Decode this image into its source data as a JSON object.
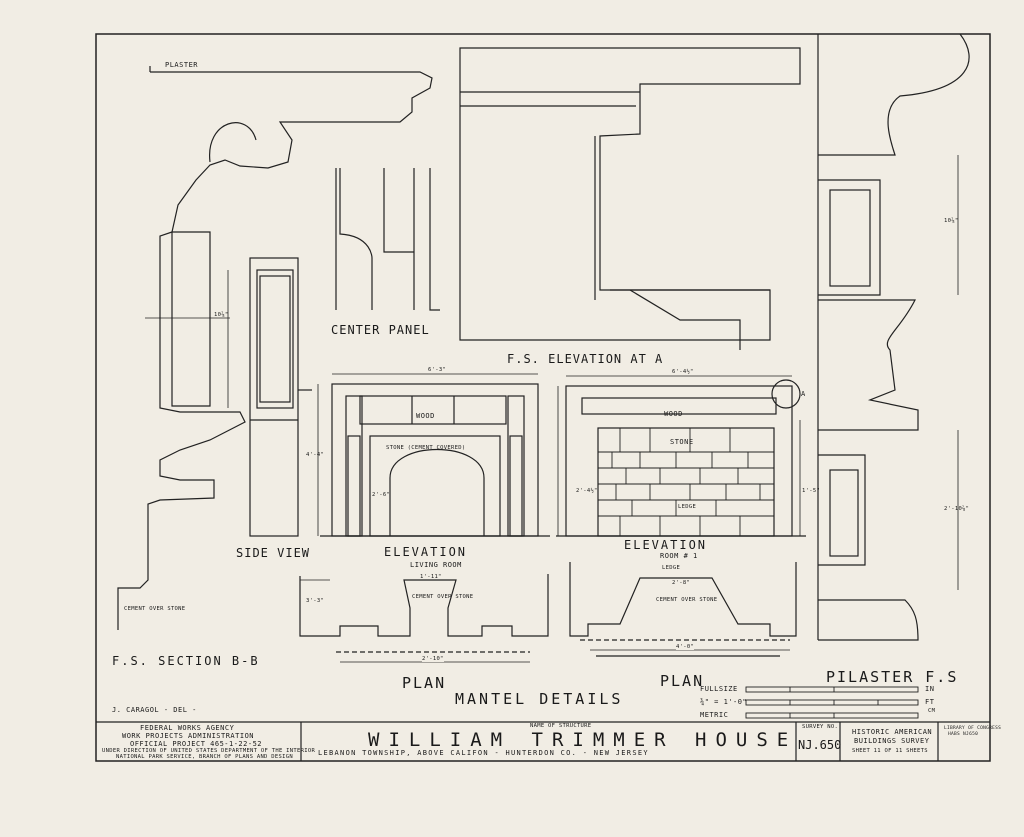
{
  "drawing": {
    "plaster_label": "PLASTER",
    "center_panel_label": "CENTER PANEL",
    "fs_elevation_label": "F.S. ELEVATION AT A",
    "side_view_label": "SIDE VIEW",
    "elevation_living_label": "ELEVATION",
    "living_room_label": "LIVING ROOM",
    "elevation_room1_label": "ELEVATION",
    "room1_label": "ROOM # 1",
    "fs_section_label": "F.S. SECTION B-B",
    "plan_left_label": "PLAN",
    "plan_right_label": "PLAN",
    "mantel_details_label": "MANTEL DETAILS",
    "pilaster_label": "PILASTER F.S",
    "wood_label_1": "WOOD",
    "wood_label_2": "WOOD",
    "stone_label": "STONE",
    "stone_cement_label": "STONE (CEMENT COVERED)",
    "ledge_label_1": "LEDGE",
    "ledge_label_2": "LEDGE",
    "cement_over_stone_1": "CEMENT OVER STONE",
    "cement_over_stone_2": "CEMENT OVER STONE",
    "cement_over_stone_3": "CEMENT OVER STONE",
    "callout_a": "A",
    "delineator": "J. CARAGOL - DEL -",
    "dims": {
      "d_6_3": "6'-3\"",
      "d_6_4": "6'-4½\"",
      "d_10_6": "10⅞\"",
      "d_4_4": "4'-4\"",
      "d_2_6": "2'-6\"",
      "d_3_3": "3'-3\"",
      "d_2_10": "2'-10\"",
      "d_1_11": "1'-11\"",
      "d_4_0": "4'-0\"",
      "d_2_8": "2'-8\"",
      "d_2_4": "2'-4½\"",
      "d_1_5": "1'-5\"",
      "d_10_r": "10⅞\"",
      "d_2_10_r": "2'-10⅞\""
    }
  },
  "scales": {
    "fullsize": "FULLSIZE",
    "quarter": "¾\" = 1'-0\"",
    "metric": "METRIC",
    "in": "IN",
    "ft": "FT",
    "cm": "CM"
  },
  "title_block": {
    "agency": "FEDERAL WORKS AGENCY",
    "wpa": "WORK PROJECTS ADMINISTRATION",
    "official_project": "OFFICIAL PROJECT 465-1-22-52",
    "direction": "UNDER DIRECTION OF UNITED STATES DEPARTMENT OF THE INTERIOR",
    "nps": "NATIONAL PARK SERVICE, BRANCH OF PLANS AND DESIGN",
    "name_of_structure_caption": "NAME OF STRUCTURE",
    "structure_name": "WILLIAM TRIMMER HOUSE",
    "location": "LEBANON TOWNSHIP, ABOVE CALIFON - HUNTERDON CO. - NEW JERSEY",
    "survey_no_caption": "SURVEY NO.",
    "survey_no": "NJ.650",
    "habs_line1": "HISTORIC AMERICAN",
    "habs_line2": "BUILDINGS SURVEY",
    "sheet": "SHEET 11 OF 11 SHEETS",
    "library_line1": "LIBRARY OF CONGRESS",
    "library_line2": "HABS NJ650"
  }
}
